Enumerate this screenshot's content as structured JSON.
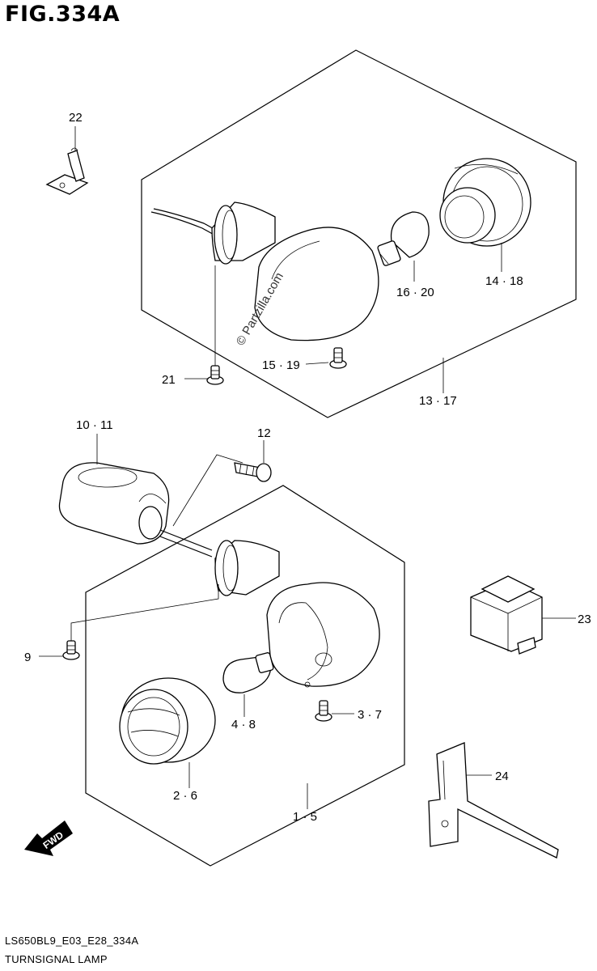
{
  "figure": {
    "title": "FIG.334A",
    "code": "LS650BL9_E03_E28_334A",
    "name": "TURNSIGNAL LAMP"
  },
  "watermark": "© Partzilla.com",
  "direction_badge": "FWD",
  "callouts": {
    "c22": "22",
    "c14_18": "14 · 18",
    "c16_20": "16 · 20",
    "c21": "21",
    "c15_19": "15 · 19",
    "c13_17": "13 · 17",
    "c10_11": "10 · 11",
    "c12": "12",
    "c23": "23",
    "c9": "9",
    "c3_7": "3 · 7",
    "c4_8": "4 · 8",
    "c24": "24",
    "c2_6": "2 · 6",
    "c1_5": "1 · 5"
  }
}
